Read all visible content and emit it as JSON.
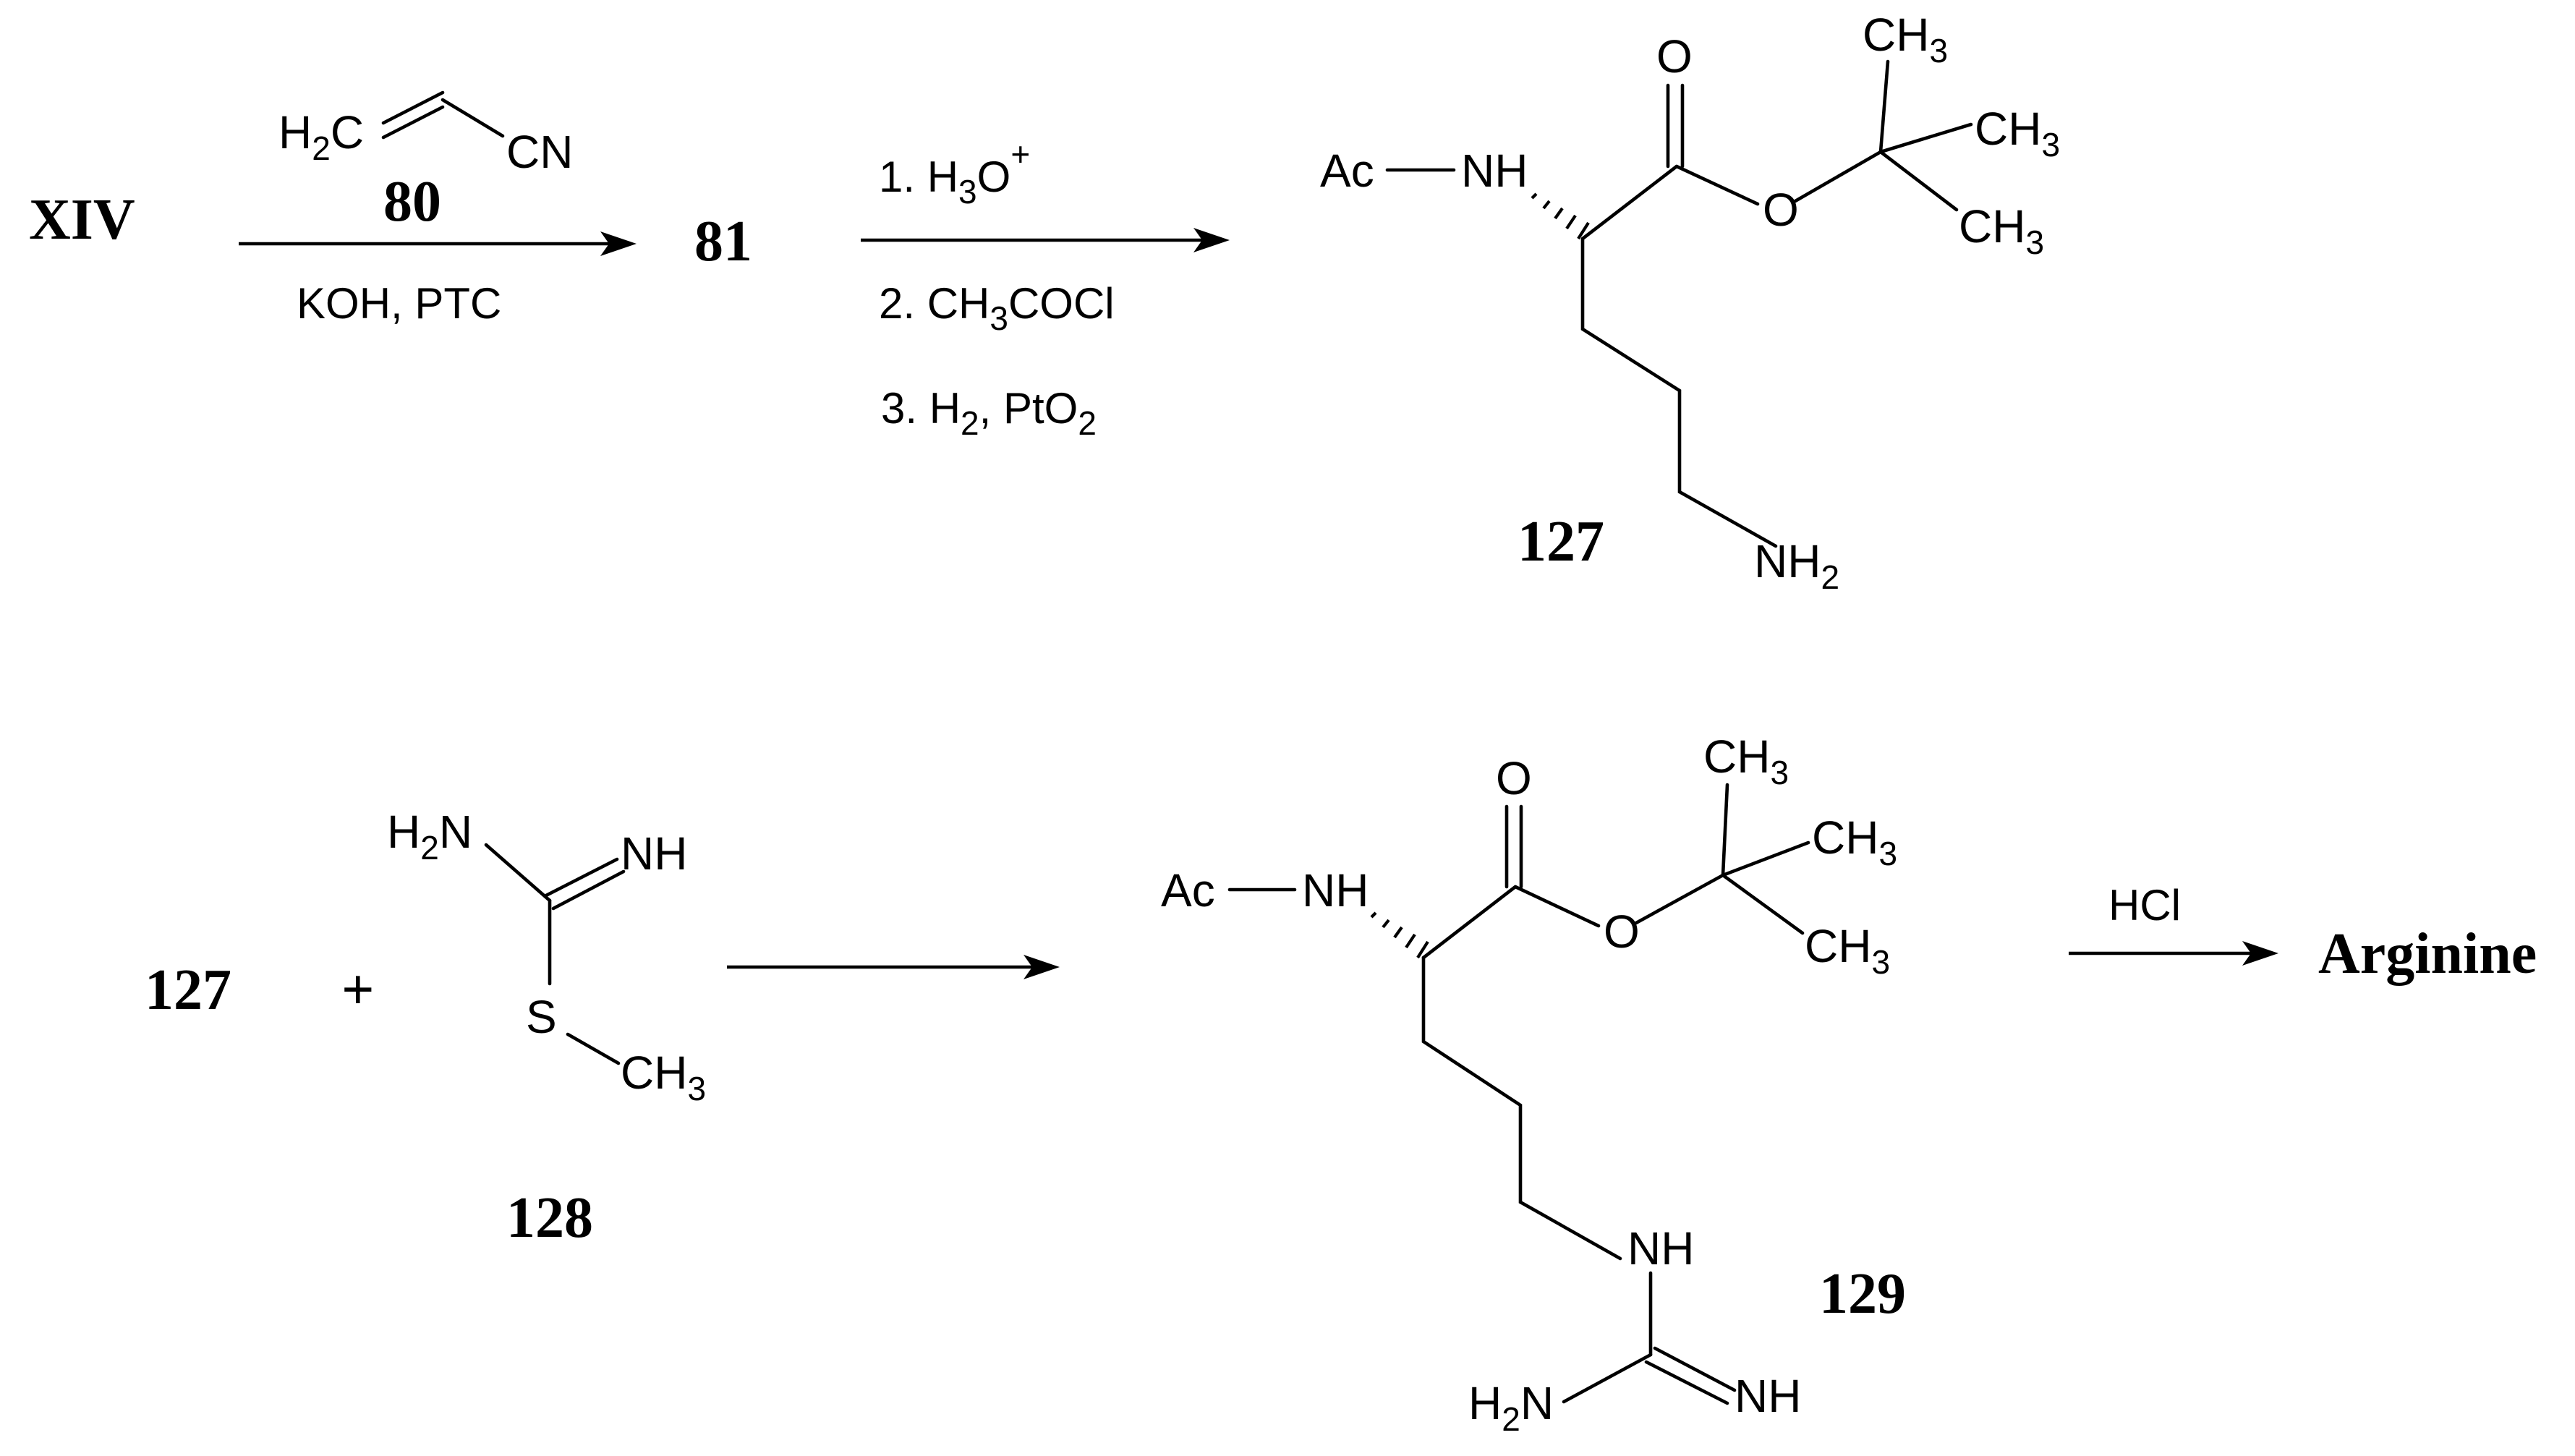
{
  "row1": {
    "start": "XIV",
    "reagent_label": "80",
    "reagent_atoms": {
      "h2c": "H",
      "h2c_sub": "2",
      "h2c_c": "C",
      "cn": "CN"
    },
    "conditions1": "KOH, PTC",
    "intermediate": "81",
    "steps": {
      "s1": "1. H",
      "s1_sub": "3",
      "s1_o": "O",
      "s1_sup": "+",
      "s2": "2. CH",
      "s2_sub": "3",
      "s2_rest": "COCl",
      "s3": "3. H",
      "s3_sub": "2",
      "s3_mid": ", PtO",
      "s3_sub2": "2"
    },
    "product_label": "127"
  },
  "molecule": {
    "ac": "Ac",
    "nh": "NH",
    "o": "O",
    "ch": "CH",
    "three": "3",
    "n": "NH",
    "two": "2",
    "h": "H"
  },
  "row2": {
    "left": "127",
    "plus": "+",
    "reagent_label": "128",
    "s": "S",
    "product_label": "129",
    "hcl": "HCl",
    "final": "Arginine"
  }
}
